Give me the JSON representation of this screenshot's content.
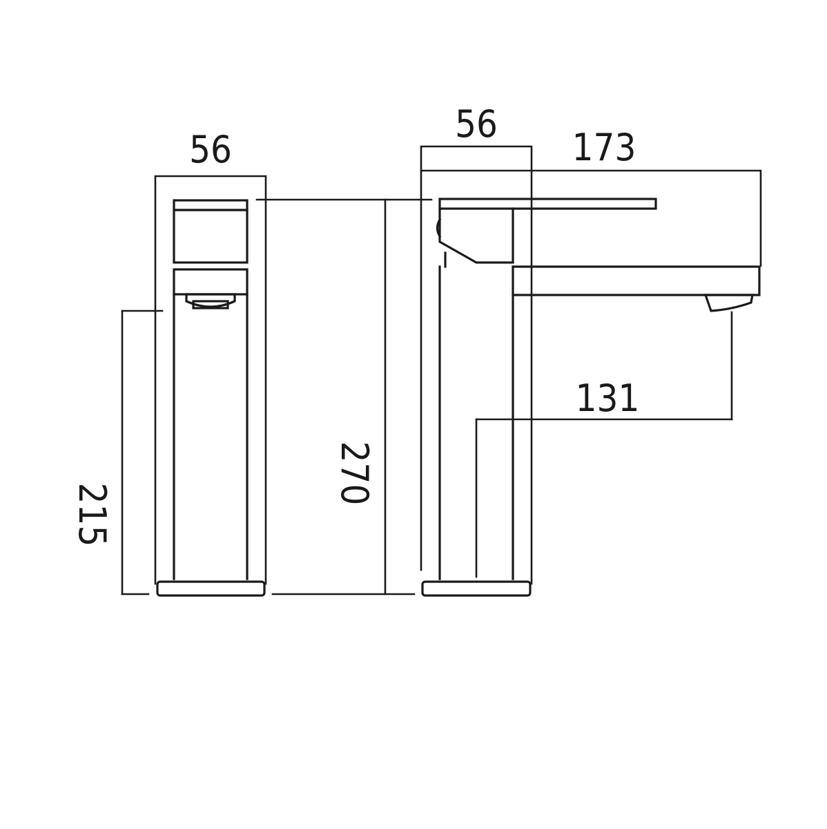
{
  "diagram": {
    "views": [
      "front",
      "side"
    ],
    "dimensions": {
      "front_width": "56",
      "side_width": "56",
      "overall_projection": "173",
      "spout_projection": "131",
      "overall_height": "270",
      "spout_height": "215"
    },
    "units": ""
  },
  "colors": {
    "line": "#1a1a1a",
    "background": "#ffffff"
  }
}
